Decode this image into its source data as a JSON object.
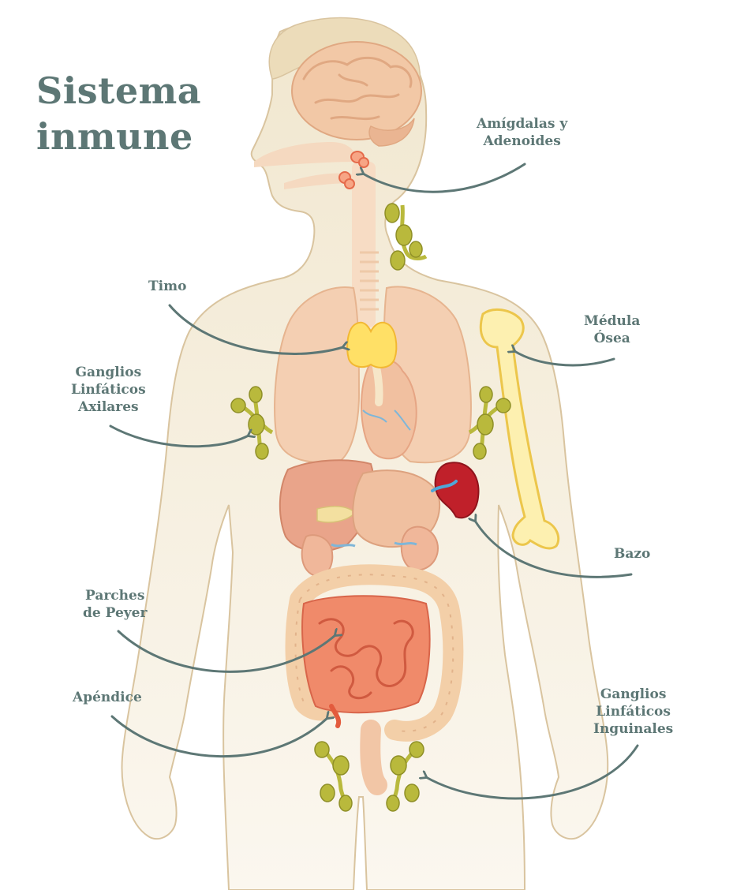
{
  "title": [
    "Sistema",
    "inmune"
  ],
  "labels": {
    "amigdalas": [
      "Amígdalas y",
      "Adenoides"
    ],
    "timo": [
      "Timo"
    ],
    "medula": [
      "Médula",
      "Ósea"
    ],
    "axilares": [
      "Ganglios",
      "Linfáticos",
      "Axilares"
    ],
    "bazo": [
      "Bazo"
    ],
    "peyer": [
      "Parches",
      "de Peyer"
    ],
    "apendice": [
      "Apéndice"
    ],
    "inguinales": [
      "Ganglios",
      "Linfáticos",
      "Inguinales"
    ]
  },
  "colors": {
    "label_text": "#5d7775",
    "arrow": "#5d7775",
    "body_fill": "#f3ead9",
    "body_outline": "#d9c49f",
    "brain": "#f2c8a6",
    "lymph_node": "#b9b93c",
    "thymus": "#ffe066",
    "bone": "#fdf0b0",
    "spleen": "#c0202a",
    "intestine": "#f08a6a"
  }
}
